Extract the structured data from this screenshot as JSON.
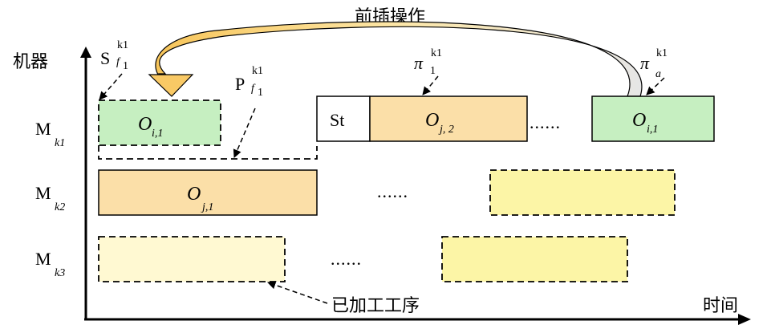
{
  "title": "前插操作",
  "axes": {
    "y_label": "机器",
    "x_label": "时间"
  },
  "machines": [
    {
      "base": "M",
      "sub": "k1"
    },
    {
      "base": "M",
      "sub": "k2"
    },
    {
      "base": "M",
      "sub": "k3"
    }
  ],
  "markers": {
    "s": {
      "base": "S",
      "sup": "k1",
      "sub_letter": "f",
      "sub_num": "1"
    },
    "p": {
      "base": "P",
      "sup": "k1",
      "sub_letter": "f",
      "sub_num": "1"
    },
    "pi1": {
      "base": "π",
      "sup": "k1",
      "sub": "1"
    },
    "pia": {
      "base": "π",
      "sup": "k1",
      "sub": "a"
    }
  },
  "operations": {
    "oi1_left": {
      "base": "O",
      "sub": "i,1"
    },
    "st": "St",
    "oj2": {
      "base": "O",
      "sub": "j, 2"
    },
    "oi1_right": {
      "base": "O",
      "sub": "i,1"
    },
    "oj1": {
      "base": "O",
      "sub": "j,1"
    }
  },
  "ellipses": [
    "......",
    "......",
    "......"
  ],
  "processed_label": "已加工工序",
  "colors": {
    "green": "#c6efc1",
    "orange": "#fbdfa8",
    "yellow_light": "#fff7c4",
    "yellow": "#fcf5a6",
    "arrow_gold": "#f5c964"
  }
}
